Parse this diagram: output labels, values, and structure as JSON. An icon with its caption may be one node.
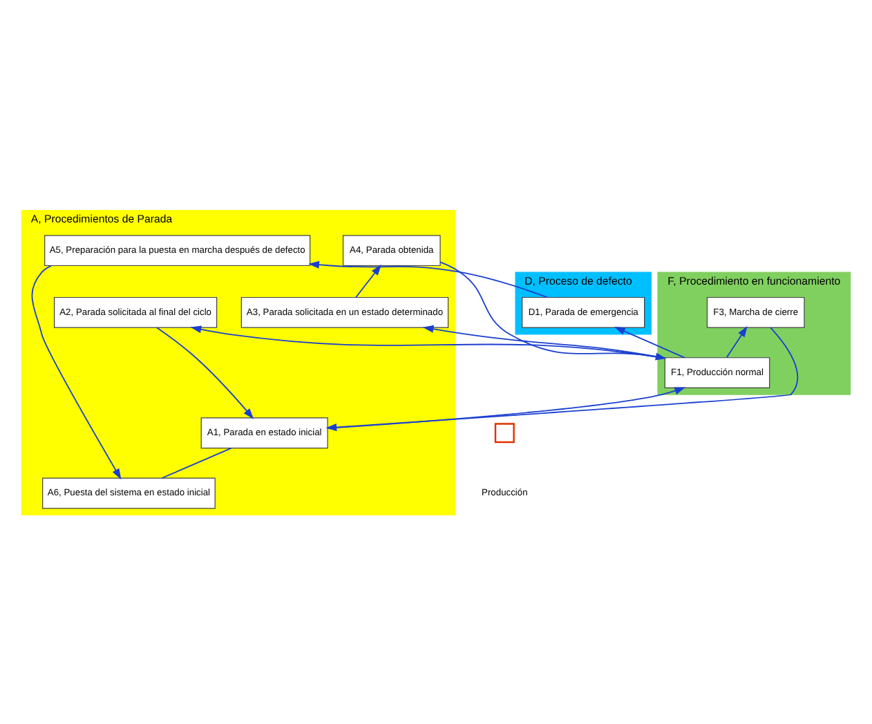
{
  "diagram": {
    "nodes": [
      {
        "text": [
          "A, Procedimientos de Parada"
        ]
      },
      {
        "text": [
          "A6, Puesta del sistema en estado inicial"
        ],
        "in": 0
      },
      {
        "text": [
          "A1, Parada en estado inicial"
        ],
        "in": 0
      },
      {
        "text": [
          "A4, Parada obtenida"
        ],
        "in": 0
      },
      {
        "text": [
          "A5, Preparación para la puesta en marcha después de defecto"
        ],
        "in": 0
      },
      {
        "text": [
          "A2, Parada solicitada al final del ciclo"
        ],
        "in": 0
      },
      {
        "text": [
          "A3, Parada solicitada en un estado determinado"
        ],
        "in": 0
      },
      {
        "text": [
          "F, Procedimiento en funcionamiento"
        ]
      },
      {
        "text": [
          "F3, Marcha de cierre"
        ],
        "in": 7
      },
      {
        "text": [
          "F1, Producción normal"
        ],
        "in": 7
      },
      {
        "text": [
          "D, Proceso de defecto"
        ]
      },
      {
        "text": [
          "D1, Parada de emergencia"
        ],
        "in": 10
      }
    ],
    "edges": [
      {
        "from": 1,
        "to": 2,
        "arrow": "none"
      },
      {
        "from": 8,
        "to": 2,
        "arrow": "to"
      },
      {
        "from": 2,
        "to": 9,
        "arrow": "to"
      },
      {
        "from": 3,
        "to": 9,
        "arrow": "to"
      },
      {
        "from": 5,
        "to": 2,
        "arrow": "to"
      },
      {
        "from": 6,
        "to": 3,
        "arrow": "to"
      },
      {
        "from": 4,
        "to": 1,
        "arrow": "to"
      },
      {
        "from": 9,
        "to": 8,
        "arrow": "to"
      },
      {
        "from": 9,
        "to": 5,
        "arrow": "to"
      },
      {
        "from": 9,
        "to": 6,
        "arrow": "to"
      },
      {
        "from": 9,
        "to": 11,
        "arrow": "to"
      },
      {
        "from": 11,
        "to": 4,
        "arrow": "to"
      }
    ],
    "legend": [
      {
        "text": "Producción"
      }
    ]
  }
}
